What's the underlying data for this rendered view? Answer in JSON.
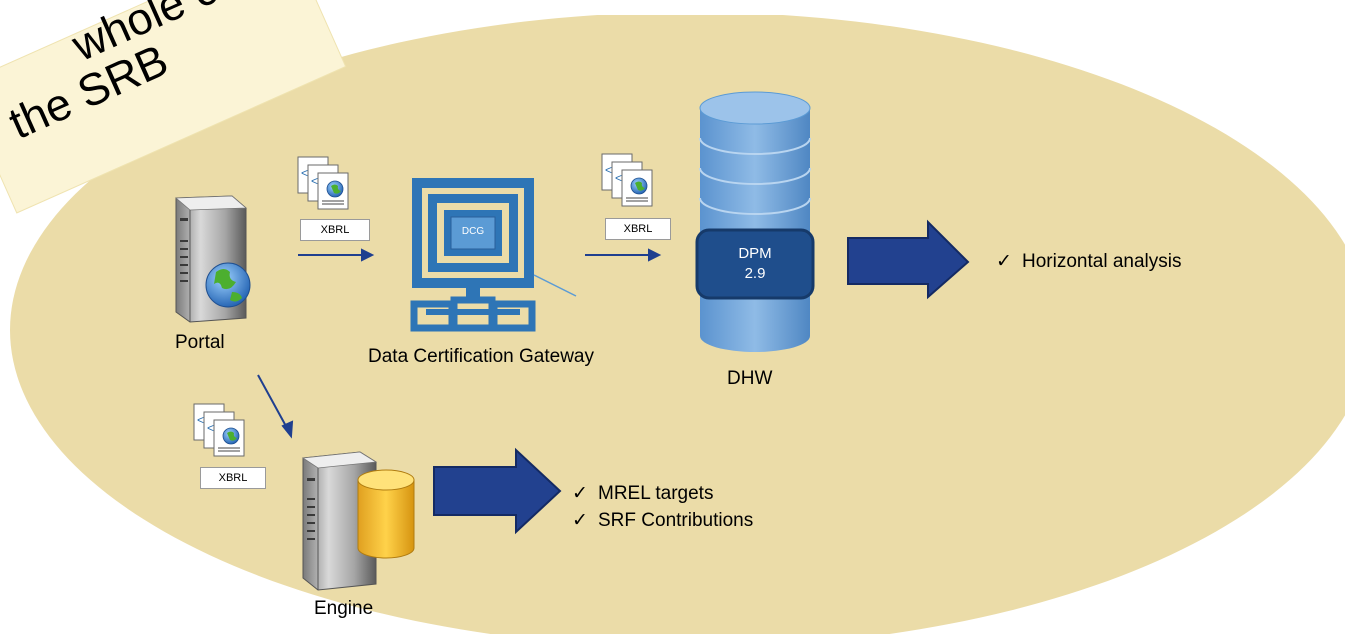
{
  "note": {
    "line1": "whole chain",
    "line2": "the SRB"
  },
  "nodes": {
    "portal": {
      "label": "Portal",
      "icon": "server-globe-icon"
    },
    "gateway": {
      "label": "Data Certification Gateway",
      "screen_label": "DCG",
      "icon": "monitor-network-icon"
    },
    "dhw": {
      "label": "DHW",
      "inner_label_1": "DPM",
      "inner_label_2": "2.9",
      "icon": "database-cylinder-icon"
    },
    "engine": {
      "label": "Engine",
      "icon": "server-database-icon"
    }
  },
  "files": {
    "xbrl_1": "XBRL",
    "xbrl_2": "XBRL",
    "xbrl_3": "XBRL"
  },
  "outcomes": {
    "dhw": [
      "Horizontal analysis"
    ],
    "engine": [
      "MREL targets",
      "SRF Contributions"
    ]
  },
  "check_mark": "✓",
  "colors": {
    "background_ellipse": "#ebdca8",
    "note": "#fbf4d6",
    "arrow_blue": "#1f3f8f",
    "arrow_fill": "#22418f",
    "arrow_border": "#142a63",
    "gateway_blue": "#2e75b6",
    "db_blue": "#5b9bd5",
    "db_inner": "#1f4e8c"
  }
}
